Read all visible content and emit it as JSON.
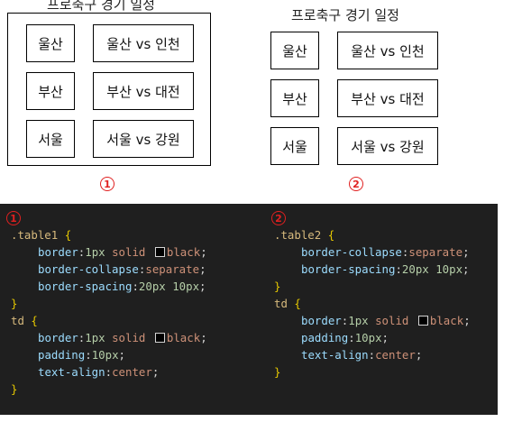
{
  "caption1": "프로축구 경기 일정",
  "caption2": "프로축구 경기 일정",
  "marker1": "1",
  "marker2": "2",
  "table1": [
    [
      "울산",
      "울산 vs 인천"
    ],
    [
      "부산",
      "부산 vs 대전"
    ],
    [
      "서울",
      "서울 vs 강원"
    ]
  ],
  "table2": [
    [
      "울산",
      "울산 vs 인천"
    ],
    [
      "부산",
      "부산 vs 대전"
    ],
    [
      "서울",
      "서울 vs 강원"
    ]
  ],
  "code": {
    "marker1": "1",
    "marker2": "2",
    "left": {
      "selector": ".table1",
      "open": "{",
      "close": "}",
      "td_selector": "td",
      "rules": [
        {
          "prop": "border",
          "num": "1px",
          "kw": "solid",
          "color": "black"
        },
        {
          "prop": "border-collapse",
          "val": "separate"
        },
        {
          "prop": "border-spacing",
          "nums": "20px 10px"
        }
      ],
      "td_rules": [
        {
          "prop": "border",
          "num": "1px",
          "kw": "solid",
          "color": "black"
        },
        {
          "prop": "padding",
          "nums": "10px"
        },
        {
          "prop": "text-align",
          "val": "center"
        }
      ]
    },
    "right": {
      "selector": ".table2",
      "open": "{",
      "close": "}",
      "td_selector": "td",
      "rules": [
        {
          "prop": "border-collapse",
          "val": "separate"
        },
        {
          "prop": "border-spacing",
          "nums": "20px 10px"
        }
      ],
      "td_rules": [
        {
          "prop": "border",
          "num": "1px",
          "kw": "solid",
          "color": "black"
        },
        {
          "prop": "padding",
          "nums": "10px"
        },
        {
          "prop": "text-align",
          "val": "center"
        }
      ]
    }
  },
  "colors": {
    "code_bg": "#1f1f1f",
    "selector": "#d7ba7d",
    "property": "#9cdcfe",
    "value": "#ce9178",
    "number": "#b5cea8",
    "marker": "#e02020"
  }
}
